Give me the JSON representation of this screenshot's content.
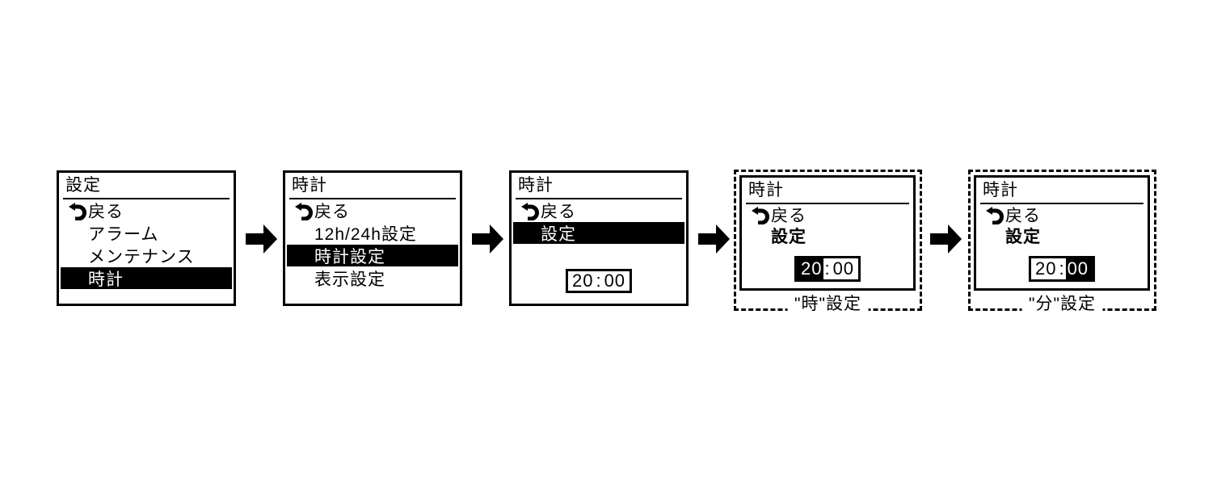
{
  "diagram": {
    "arrow_color": "#000000",
    "screens": [
      {
        "title": "設定",
        "items": [
          {
            "label": "戻る",
            "icon": "return-arrow"
          },
          {
            "label": "アラーム"
          },
          {
            "label": "メンテナンス"
          },
          {
            "label": "時計",
            "selected": true
          }
        ]
      },
      {
        "title": "時計",
        "items": [
          {
            "label": "戻る",
            "icon": "return-arrow"
          },
          {
            "label": "12h/24h設定"
          },
          {
            "label": "時計設定",
            "selected": true
          },
          {
            "label": "表示設定"
          }
        ]
      },
      {
        "title": "時計",
        "items": [
          {
            "label": "戻る",
            "icon": "return-arrow"
          },
          {
            "label": "設定",
            "selected": true
          }
        ],
        "time": {
          "hours": "20",
          "colon": ":",
          "minutes": "00"
        }
      },
      {
        "title": "時計",
        "items": [
          {
            "label": "戻る",
            "icon": "return-arrow"
          },
          {
            "label": "設定",
            "bold": true
          }
        ],
        "time": {
          "hours": "20",
          "colon": ":",
          "minutes": "00",
          "highlighted": "hours"
        },
        "caption": "\"時\"設定"
      },
      {
        "title": "時計",
        "items": [
          {
            "label": "戻る",
            "icon": "return-arrow"
          },
          {
            "label": "設定",
            "bold": true
          }
        ],
        "time": {
          "hours": "20",
          "colon": ":",
          "minutes": "00",
          "highlighted": "minutes"
        },
        "caption": "\"分\"設定"
      }
    ]
  }
}
